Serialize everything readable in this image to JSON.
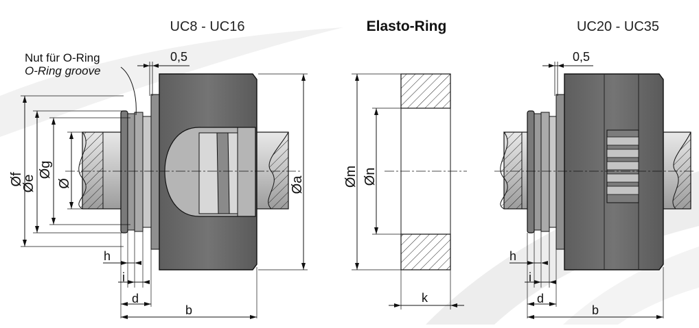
{
  "headings": {
    "left": "UC8 - UC16",
    "center": "Elasto-Ring",
    "right": "UC20 - UC35"
  },
  "annotations": {
    "groove_de": "Nut für O-Ring",
    "groove_en": "O-Ring groove"
  },
  "dimensions": {
    "left": {
      "offset": "0,5",
      "f": "Øf",
      "e": "Øe",
      "g": "Øg",
      "shaft": "Ø",
      "a": "Øa",
      "h": "h",
      "i": "i",
      "d": "d",
      "b": "b"
    },
    "center": {
      "m": "Øm",
      "n": "Øn",
      "k": "k"
    },
    "right": {
      "offset": "0,5",
      "h": "h",
      "i": "i",
      "d": "d",
      "b": "b"
    }
  },
  "colors": {
    "body": "#6b6b6b",
    "flange": "#8a8a8a",
    "shaft": "#c9c9c9",
    "light_metal": "#b8b8b8",
    "line": "#111111",
    "background": "#ffffff",
    "swoosh": "#eeeeee"
  }
}
